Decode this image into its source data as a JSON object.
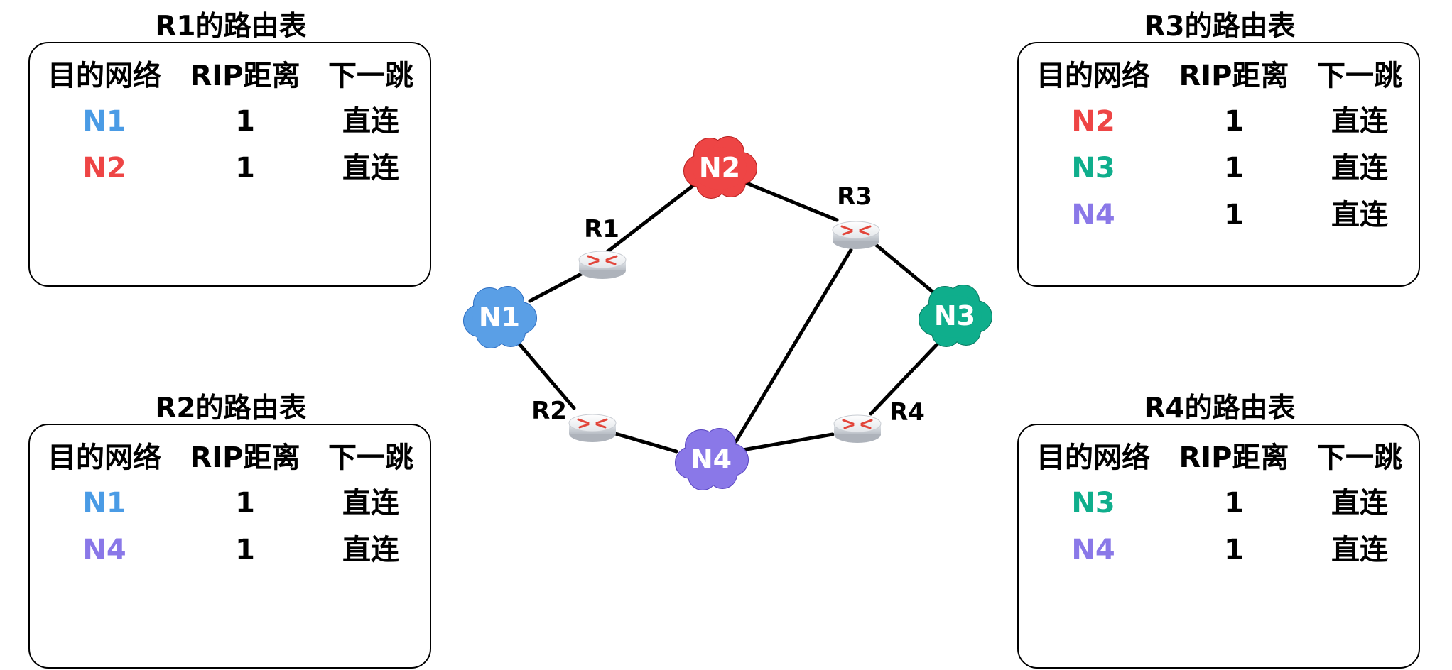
{
  "routing_tables": [
    {
      "title": "R1的路由表",
      "headers": {
        "network": "目的网络",
        "distance": "RIP距离",
        "next_hop": "下一跳"
      },
      "rows": [
        {
          "network": "N1",
          "color": "#4a9be5",
          "distance": "1",
          "next_hop": "直连"
        },
        {
          "network": "N2",
          "color": "#ee4545",
          "distance": "1",
          "next_hop": "直连"
        }
      ]
    },
    {
      "title": "R3的路由表",
      "headers": {
        "network": "目的网络",
        "distance": "RIP距离",
        "next_hop": "下一跳"
      },
      "rows": [
        {
          "network": "N2",
          "color": "#ee4545",
          "distance": "1",
          "next_hop": "直连"
        },
        {
          "network": "N3",
          "color": "#0fae8c",
          "distance": "1",
          "next_hop": "直连"
        },
        {
          "network": "N4",
          "color": "#8a78e8",
          "distance": "1",
          "next_hop": "直连"
        }
      ]
    },
    {
      "title": "R2的路由表",
      "headers": {
        "network": "目的网络",
        "distance": "RIP距离",
        "next_hop": "下一跳"
      },
      "rows": [
        {
          "network": "N1",
          "color": "#4a9be5",
          "distance": "1",
          "next_hop": "直连"
        },
        {
          "network": "N4",
          "color": "#8a78e8",
          "distance": "1",
          "next_hop": "直连"
        }
      ]
    },
    {
      "title": "R4的路由表",
      "headers": {
        "network": "目的网络",
        "distance": "RIP距离",
        "next_hop": "下一跳"
      },
      "rows": [
        {
          "network": "N3",
          "color": "#0fae8c",
          "distance": "1",
          "next_hop": "直连"
        },
        {
          "network": "N4",
          "color": "#8a78e8",
          "distance": "1",
          "next_hop": "直连"
        }
      ]
    }
  ],
  "networks": {
    "N1": {
      "label": "N1",
      "color": "#5a9fe6"
    },
    "N2": {
      "label": "N2",
      "color": "#ee4545"
    },
    "N3": {
      "label": "N3",
      "color": "#0fae8c"
    },
    "N4": {
      "label": "N4",
      "color": "#8a78e8"
    }
  },
  "routers": {
    "R1": {
      "label": "R1"
    },
    "R2": {
      "label": "R2"
    },
    "R3": {
      "label": "R3"
    },
    "R4": {
      "label": "R4"
    }
  }
}
